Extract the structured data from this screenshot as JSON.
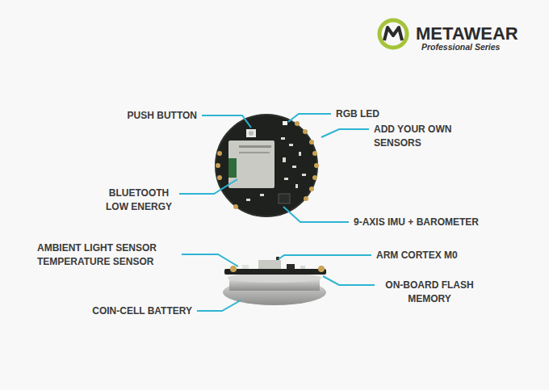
{
  "diagram": {
    "labels": [
      "METAWEAR",
      "Professional Series",
      "PUSH BUTTON",
      "RGB LED",
      "ADD YOUR OWN SENSORS",
      "BLUETOOTH LOW ENERGY",
      "9-AXIS IMU + BAROMETER",
      "AMBIENT LIGHT SENSOR TEMPERATURE SENSOR",
      "ARM CORTEX M0",
      "ON-BOARD FLASH MEMORY",
      "COIN-CELL BATTERY"
    ]
  }
}
